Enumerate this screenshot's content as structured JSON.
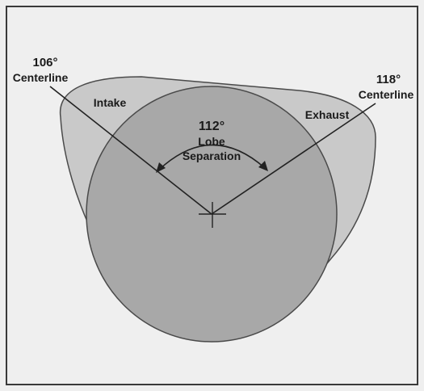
{
  "diagram": {
    "intake_centerline": {
      "degrees": "106°",
      "label": "Centerline"
    },
    "exhaust_centerline": {
      "degrees": "118°",
      "label": "Centerline"
    },
    "lobe_separation": {
      "degrees": "112°",
      "line1": "Lobe",
      "line2": "Separation"
    },
    "intake_label": "Intake",
    "exhaust_label": "Exhaust",
    "colors": {
      "background": "#efefef",
      "outer_lobe": "#c9c9c9",
      "base_circle": "#a8a8a8",
      "border": "#3a3a3a",
      "lines": "#222222"
    }
  }
}
